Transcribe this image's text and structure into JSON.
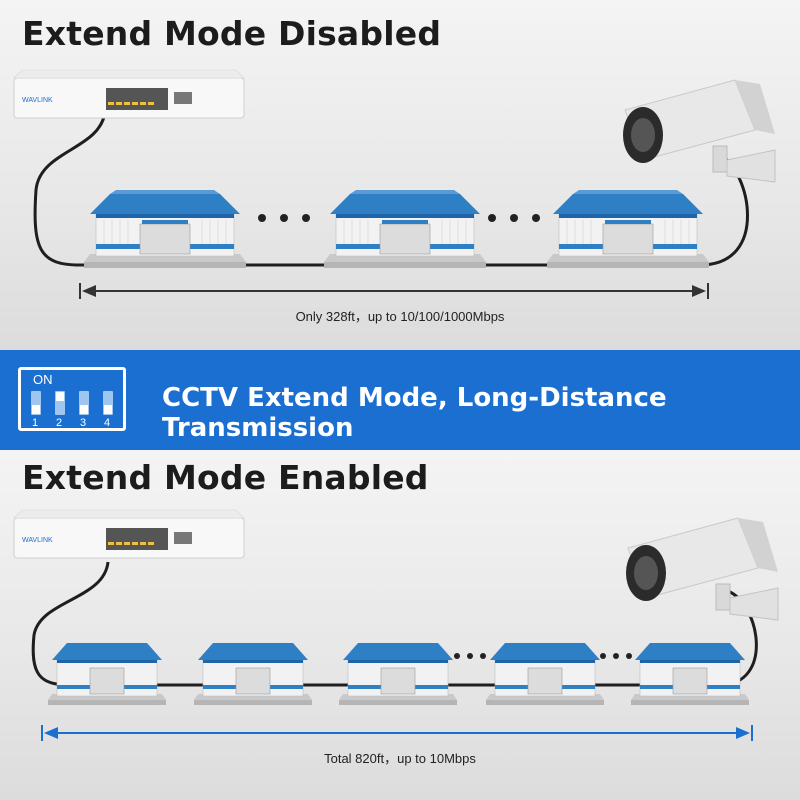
{
  "top": {
    "heading": "Extend Mode Disabled",
    "distance_label": "Only 328ft，up to 10/100/1000Mbps"
  },
  "band": {
    "dip_on_label": "ON",
    "dip_numbers": [
      "1",
      "2",
      "3",
      "4"
    ],
    "title": "CCTV Extend Mode, Long-Distance Transmission",
    "color": "#1a6fd1"
  },
  "bottom": {
    "heading": "Extend Mode Enabled",
    "distance_label": "Total 820ft，up to 10Mbps"
  },
  "switch_brand": "WAVLINK",
  "colors": {
    "building_roof": "#2f7fc4",
    "arrow_top": "#333333",
    "arrow_bottom": "#1a6fd1"
  }
}
